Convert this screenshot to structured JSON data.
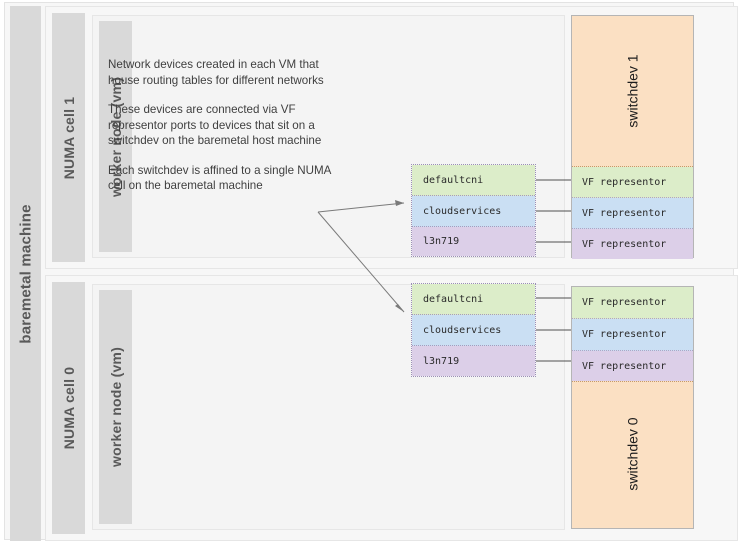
{
  "diagram": {
    "baremetal_label": "baremetal machine",
    "numa_cells": [
      {
        "id": "numa-cell-1",
        "label": "NUMA cell 1",
        "worker_label": "worker node (vm)"
      },
      {
        "id": "numa-cell-0",
        "label": "NUMA cell 0",
        "worker_label": "worker node (vm)"
      }
    ],
    "notes": [
      "Network devices created in each VM that house routing tables for different networks",
      "These devices are connected via VF representor ports to devices that sit on a switchdev on the baremetal host machine",
      "Each switchdev is affined to a single NUMA cell on the baremetal machine"
    ],
    "device_stacks": [
      {
        "id": "dev-stack-1",
        "rows": [
          {
            "label": "defaultcni",
            "color": "#dcedc9"
          },
          {
            "label": "cloudservices",
            "color": "#cadff3"
          },
          {
            "label": "l3n719",
            "color": "#dccfe8"
          }
        ]
      },
      {
        "id": "dev-stack-0",
        "rows": [
          {
            "label": "defaultcni",
            "color": "#dcedc9"
          },
          {
            "label": "cloudservices",
            "color": "#cadff3"
          },
          {
            "label": "l3n719",
            "color": "#dccfe8"
          }
        ]
      }
    ],
    "switchdevs": [
      {
        "id": "switchdev-1",
        "title": "switchdev 1",
        "color": "#fbe0c3",
        "vf_rows": [
          {
            "label": "VF representor",
            "color": "#dcedc9"
          },
          {
            "label": "VF representor",
            "color": "#cadff3"
          },
          {
            "label": "VF representor",
            "color": "#dccfe8"
          }
        ]
      },
      {
        "id": "switchdev-0",
        "title": "switchdev 0",
        "color": "#fbe0c3",
        "vf_rows": [
          {
            "label": "VF representor",
            "color": "#dcedc9"
          },
          {
            "label": "VF representor",
            "color": "#cadff3"
          },
          {
            "label": "VF representor",
            "color": "#dccfe8"
          }
        ]
      }
    ],
    "colors": {
      "green": "#dcedc9",
      "blue": "#cadff3",
      "purple": "#dccfe8",
      "orange": "#fbe0c3",
      "band_gray": "#d9d9d9",
      "panel_gray": "#f4f4f4",
      "text_gray": "#595959"
    }
  }
}
